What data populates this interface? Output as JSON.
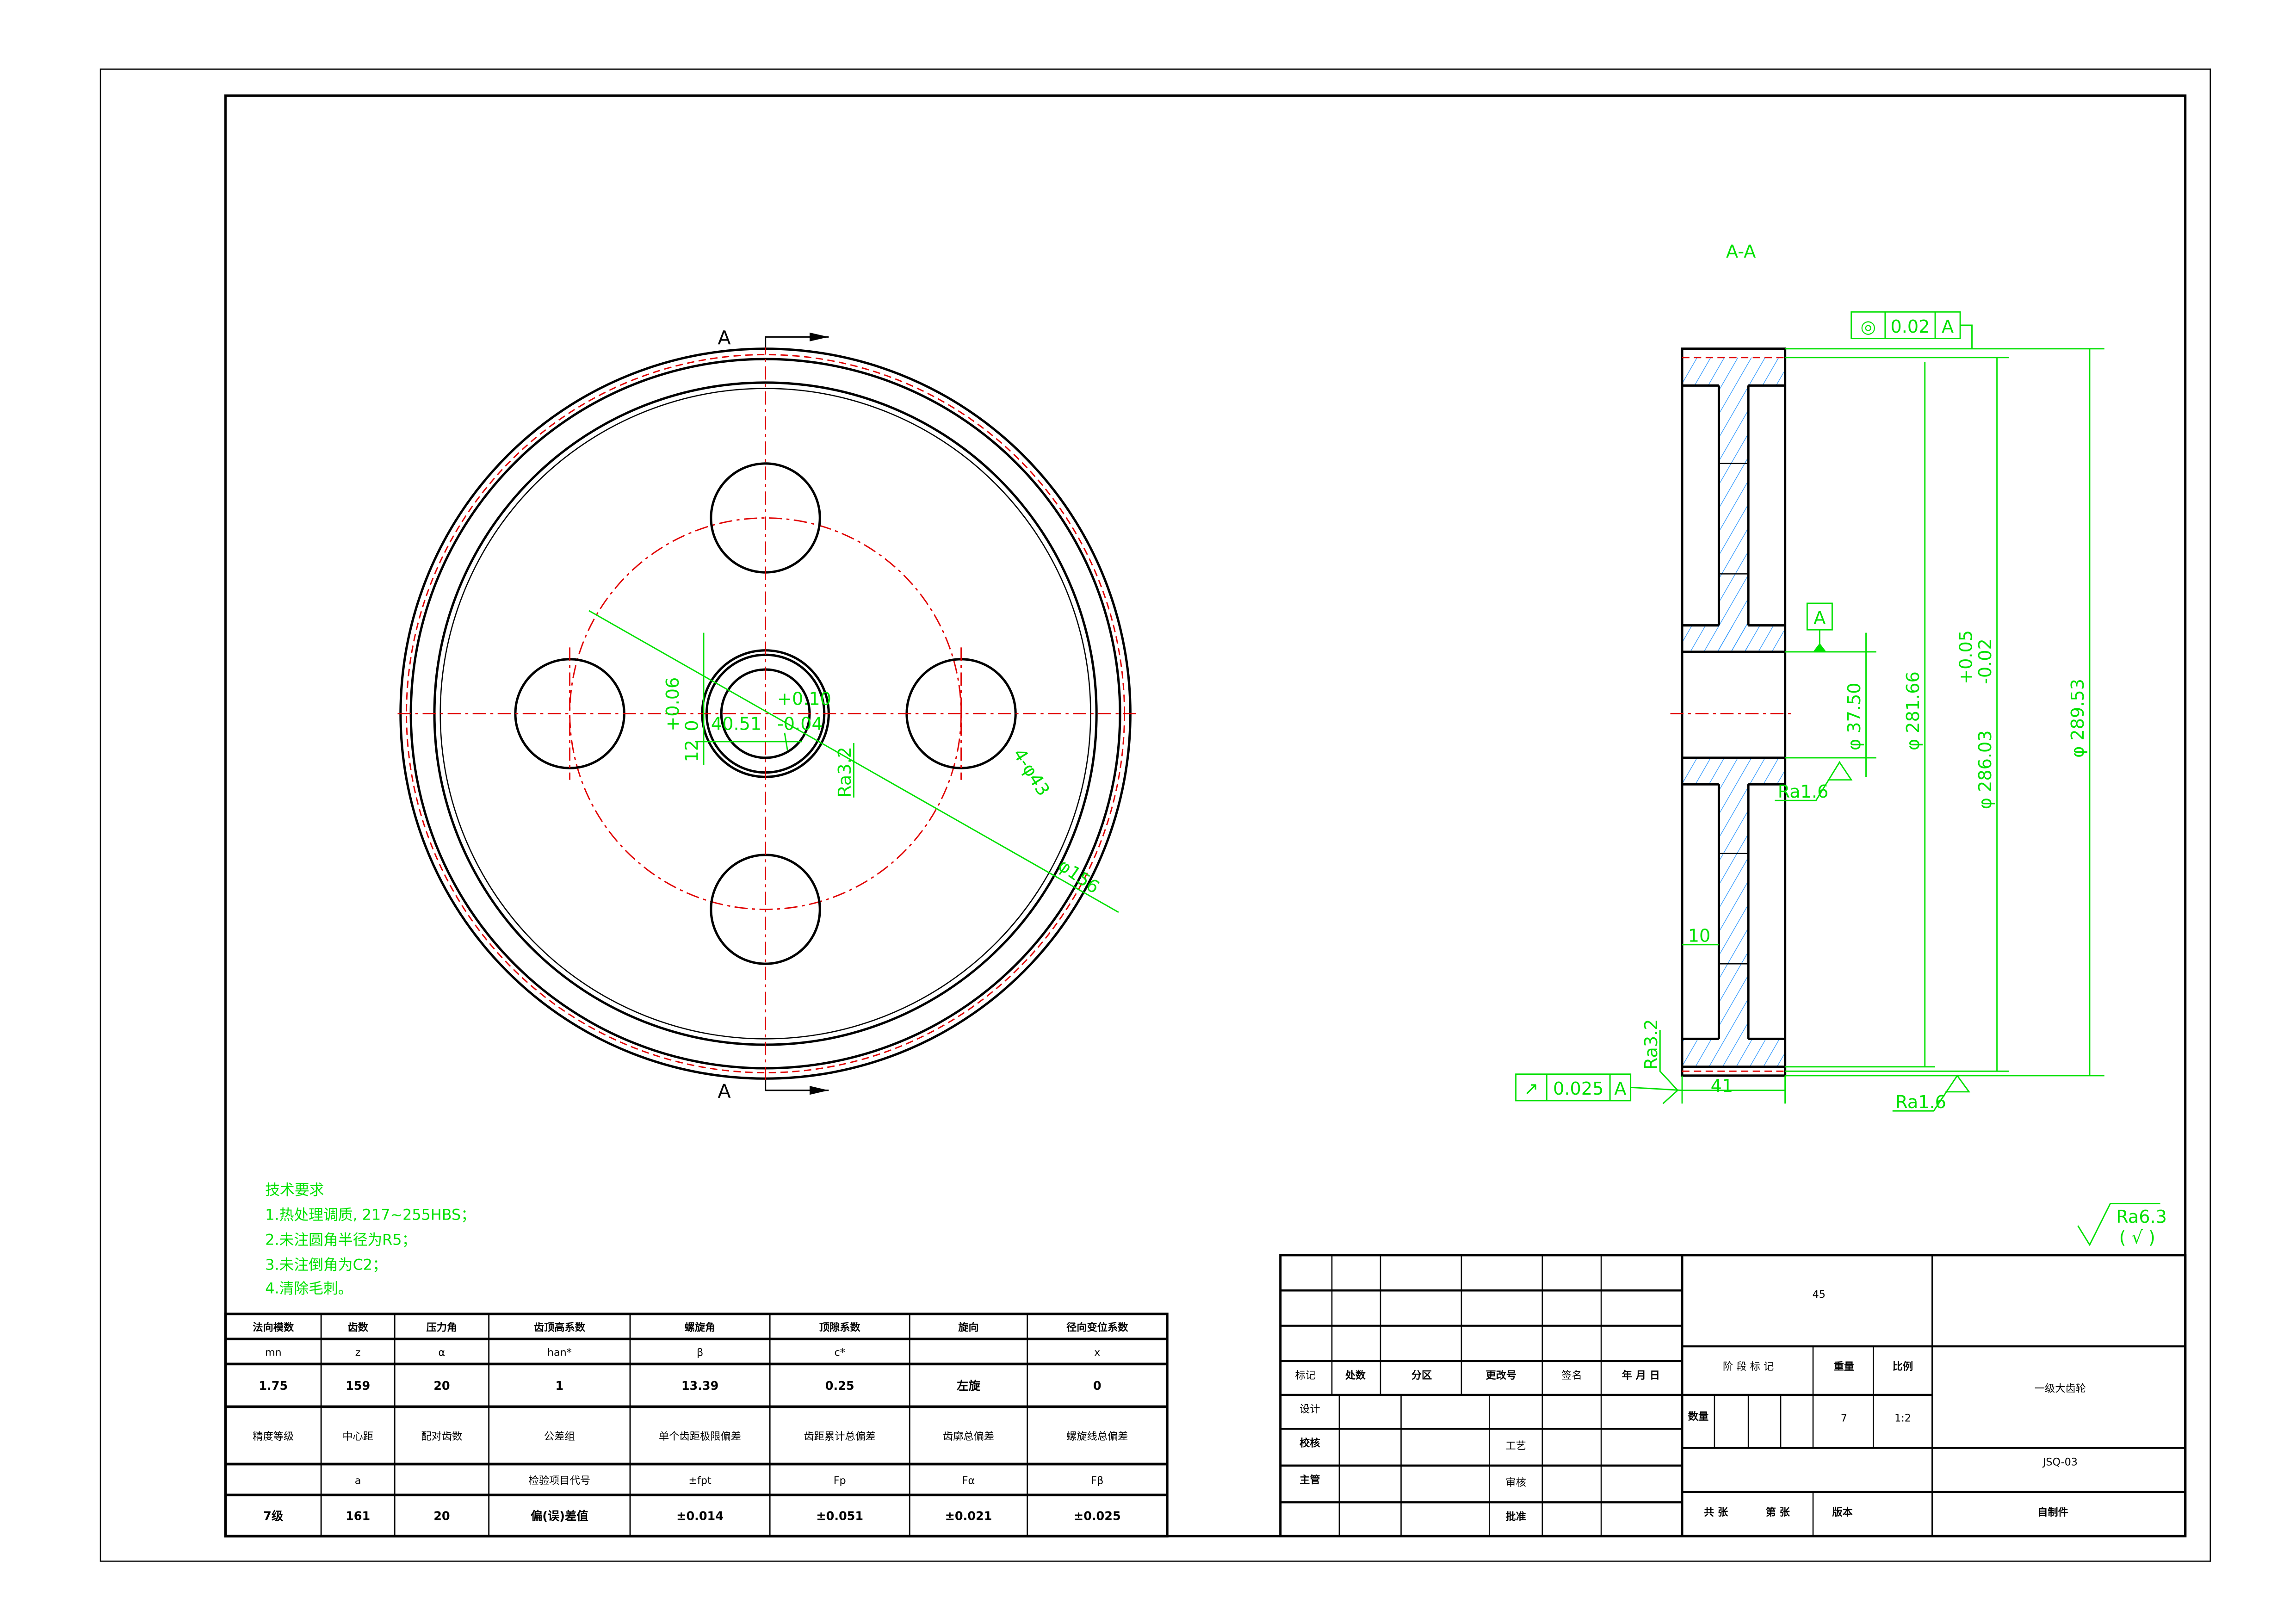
{
  "colors": {
    "dimension": "#00e000",
    "centerline": "#e00000",
    "outline": "#000000",
    "hatch": "#1e90ff"
  },
  "views": {
    "section_marker": "A",
    "section_title": "A-A"
  },
  "front_view": {
    "hole_spec": "4-φ43",
    "hole_circle": "φ156",
    "bore_tol_upper": "+0.10",
    "bore_tol_lower": "-0.04",
    "keyway_depth": "40.51",
    "keyway_tol": "+0.06",
    "keyway_tol_lower": "0",
    "keyway_width": "12",
    "roughness": "Ra3.2"
  },
  "section_view": {
    "runout_top": {
      "symbol": "◎",
      "value": "0.02",
      "datum": "A"
    },
    "runout_bottom": {
      "symbol": "↗",
      "value": "0.025",
      "datum": "A"
    },
    "datum": "A",
    "bore": "φ 37.50",
    "root_dia": "φ 281.66",
    "pitch_dia": "φ 286.03",
    "pitch_tol_upper": "+0.05",
    "pitch_tol_lower": "-0.02",
    "tip_dia": "φ 289.53",
    "width": "41",
    "web": "10",
    "ra_side": "Ra3.2",
    "ra_bore": "Ra1.6",
    "ra_tip": "Ra1.6"
  },
  "general_roughness": {
    "value": "Ra6.3",
    "note": "( √ )"
  },
  "tech_requirements": {
    "title": "技术要求",
    "items": [
      "1.热处理调质, 217~255HBS；",
      "2.未注圆角半径为R5；",
      "3.未注倒角为C2；",
      "4.清除毛刺。"
    ]
  },
  "gear_table": {
    "rows": [
      [
        "法向模数",
        "齿数",
        "压力角",
        "齿顶高系数",
        "螺旋角",
        "顶隙系数",
        "旋向",
        "径向变位系数"
      ],
      [
        "mn",
        "z",
        "α",
        "han*",
        "β",
        "c*",
        "",
        "x"
      ],
      [
        "1.75",
        "159",
        "20",
        "1",
        "13.39",
        "0.25",
        "左旋",
        "0"
      ],
      [
        "精度等级",
        "中心距",
        "配对齿数",
        "公差组",
        "单个齿距极限偏差",
        "齿距累计总偏差",
        "齿廓总偏差",
        "螺旋线总偏差"
      ],
      [
        "",
        "a",
        "",
        "检验项目代号",
        "±fpt",
        "Fp",
        "Fα",
        "Fβ"
      ],
      [
        "7级",
        "161",
        "20",
        "偏(误)差值",
        "±0.014",
        "±0.051",
        "±0.021",
        "±0.025"
      ]
    ]
  },
  "title_block": {
    "material": "45",
    "part_name": "一级大齿轮",
    "drawing_no": "JSQ-03",
    "type": "自制件",
    "labels": {
      "mark": "标记",
      "count": "处数",
      "zone": "分区",
      "change_no": "更改号",
      "sign": "签名",
      "date": "年 月 日",
      "design": "设计",
      "check": "校核",
      "process": "工艺",
      "manager": "主管",
      "review": "审核",
      "approve": "批准",
      "stage": "阶 段 标 记",
      "weight": "重量",
      "scale": "比例",
      "quantity": "数量",
      "total": "共  张",
      "sheet": "第  张",
      "version": "版本"
    },
    "weight": "7",
    "scale": "1:2"
  }
}
